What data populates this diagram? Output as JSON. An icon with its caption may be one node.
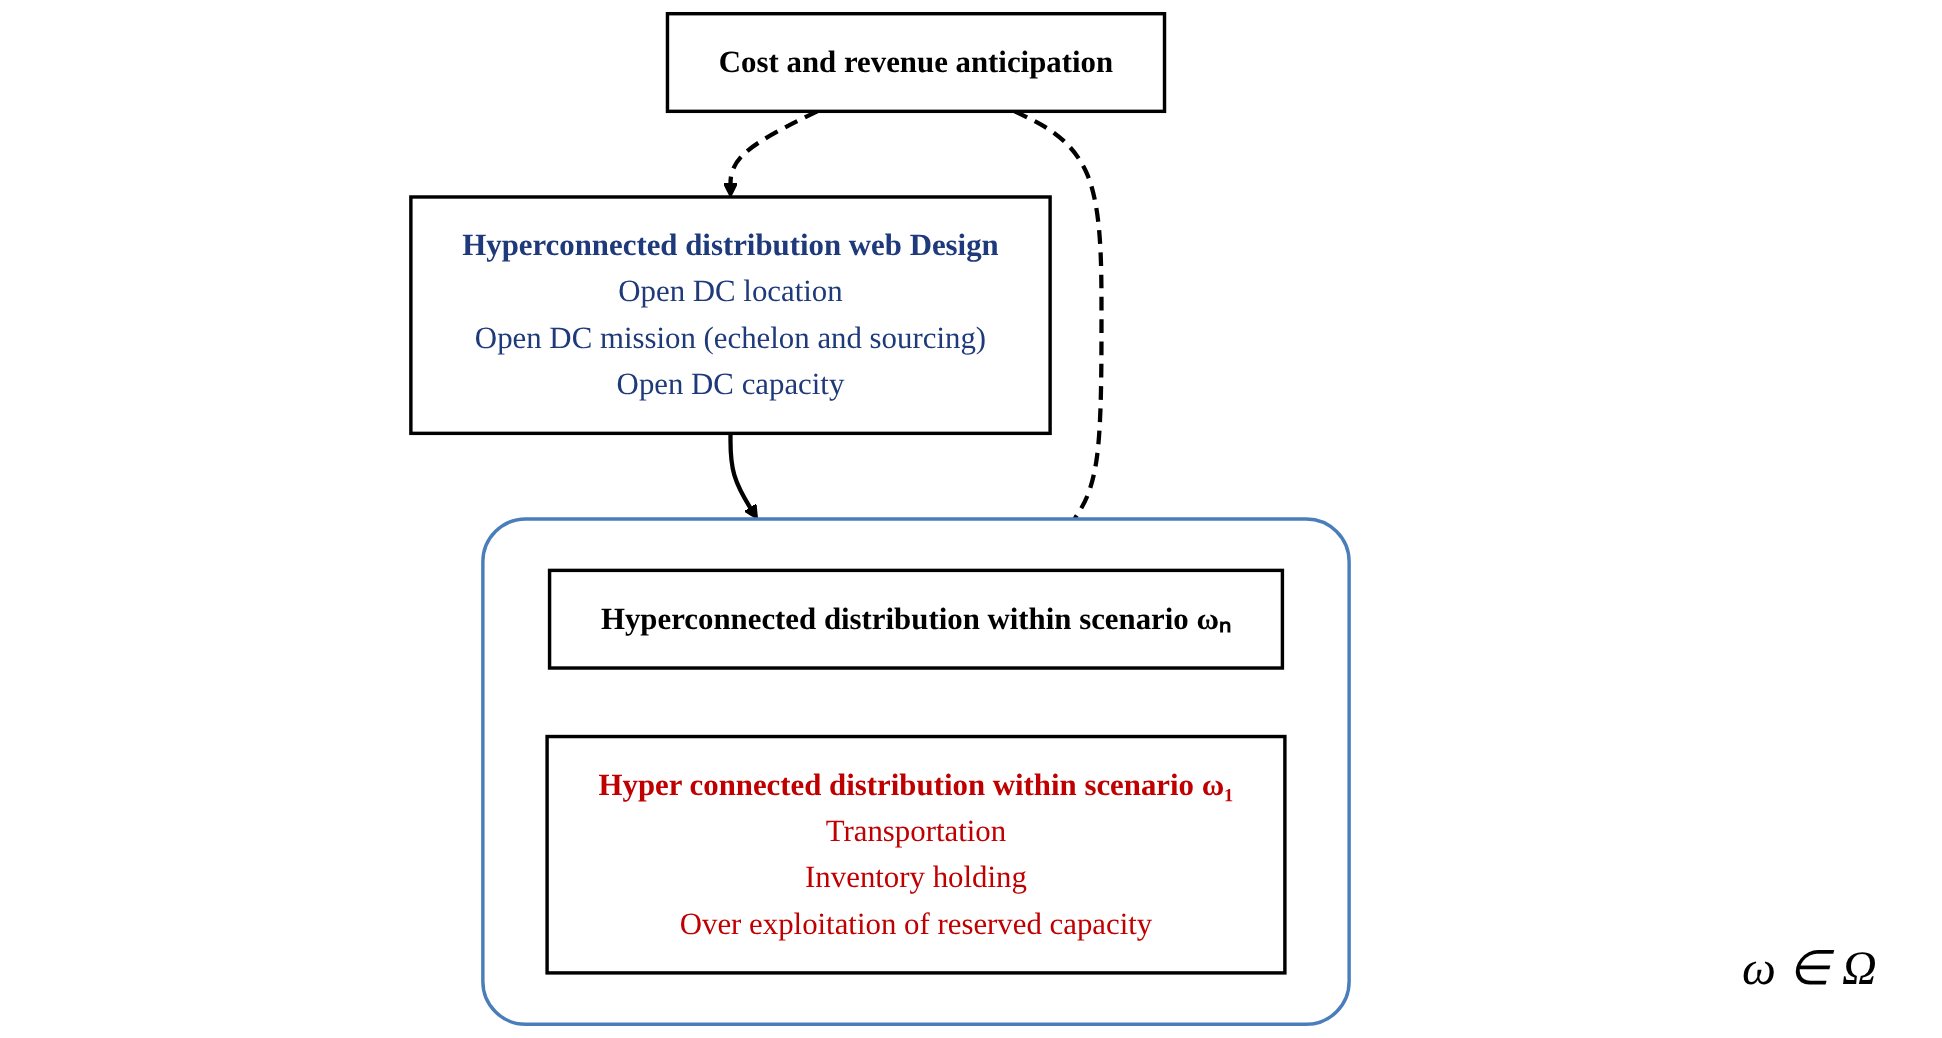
{
  "diagram": {
    "nodes": [
      {
        "text": [
          "Hyperconnected distribution web Design",
          "Open DC location",
          "Open DC mission (echelon and sourcing)",
          "Open DC capacity"
        ]
      },
      {
        "text": [],
        "shape": "box"
      },
      {
        "text": [
          "Hyperconnected distribution within scenario ωₙ"
        ],
        "in": 1
      },
      {
        "text": [
          "Hyper connected distribution within scenario ω₁",
          "Transportation",
          "Inventory holding",
          "Over exploitation of reserved capacity"
        ],
        "in": 1
      },
      {
        "text": [
          "Cost and revenue anticipation"
        ]
      }
    ],
    "edges": [
      {
        "from": 0,
        "to": 1,
        "arrow": "to"
      },
      {
        "from": 1,
        "to": 4,
        "arrow": "none",
        "style": "dashed"
      },
      {
        "from": 4,
        "to": 0,
        "arrow": "to",
        "style": "dashed"
      }
    ],
    "labels": [
      "ω ∈ Ω"
    ]
  }
}
